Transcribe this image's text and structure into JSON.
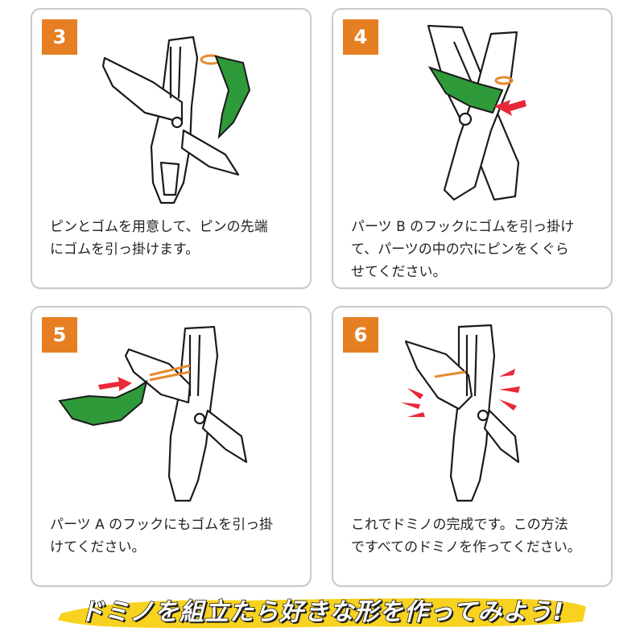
{
  "colors": {
    "badge": "#e57f22",
    "green_part": "#2f9a3a",
    "rubber_band": "#e58a2e",
    "arrow": "#e8293a",
    "banner_yellow": "#f7d21e"
  },
  "steps": [
    {
      "number": "3",
      "caption": "ピンとゴムを用意して、ピンの先端\nにゴムを引っ掛けます。"
    },
    {
      "number": "4",
      "caption": "パーツ B のフックにゴムを引っ掛け\nて、パーツの中の穴にピンをくぐら\nせてください。"
    },
    {
      "number": "5",
      "caption": "パーツ A のフックにもゴムを引っ掛\nけてください。"
    },
    {
      "number": "6",
      "caption": "これでドミノの完成です。この方法\nですべてのドミノを作ってください。"
    }
  ],
  "banner": {
    "text": "ドミノを組立たら好きな形を作ってみよう!"
  }
}
